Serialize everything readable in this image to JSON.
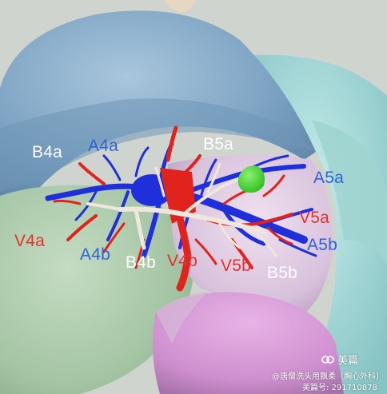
{
  "labels": {
    "b4a": "B4a",
    "a4a": "A4a",
    "b5a": "B5a",
    "a5a": "A5a",
    "v5a": "V5a",
    "v4a": "V4a",
    "a5b": "A5b",
    "a4b": "A4b",
    "b4b": "B4b",
    "v4b": "V4b",
    "v5b": "V5b",
    "b5b": "B5b"
  },
  "watermark": {
    "brand": "美篇",
    "author": "@唐僧洗头用飘柔（胸心外科）",
    "id_line": "美篇号: 291710878"
  },
  "colors": {
    "airway": "#efe6dc",
    "artery": "#1f2fd9",
    "vein": "#e0231c",
    "nodule": "#3cd62a",
    "upper_lobe": "#7fa6c6",
    "middle_green": "#a8c8a8",
    "lingula_pink": "#d9c3dc",
    "teal_edge": "#9fd3d0"
  }
}
